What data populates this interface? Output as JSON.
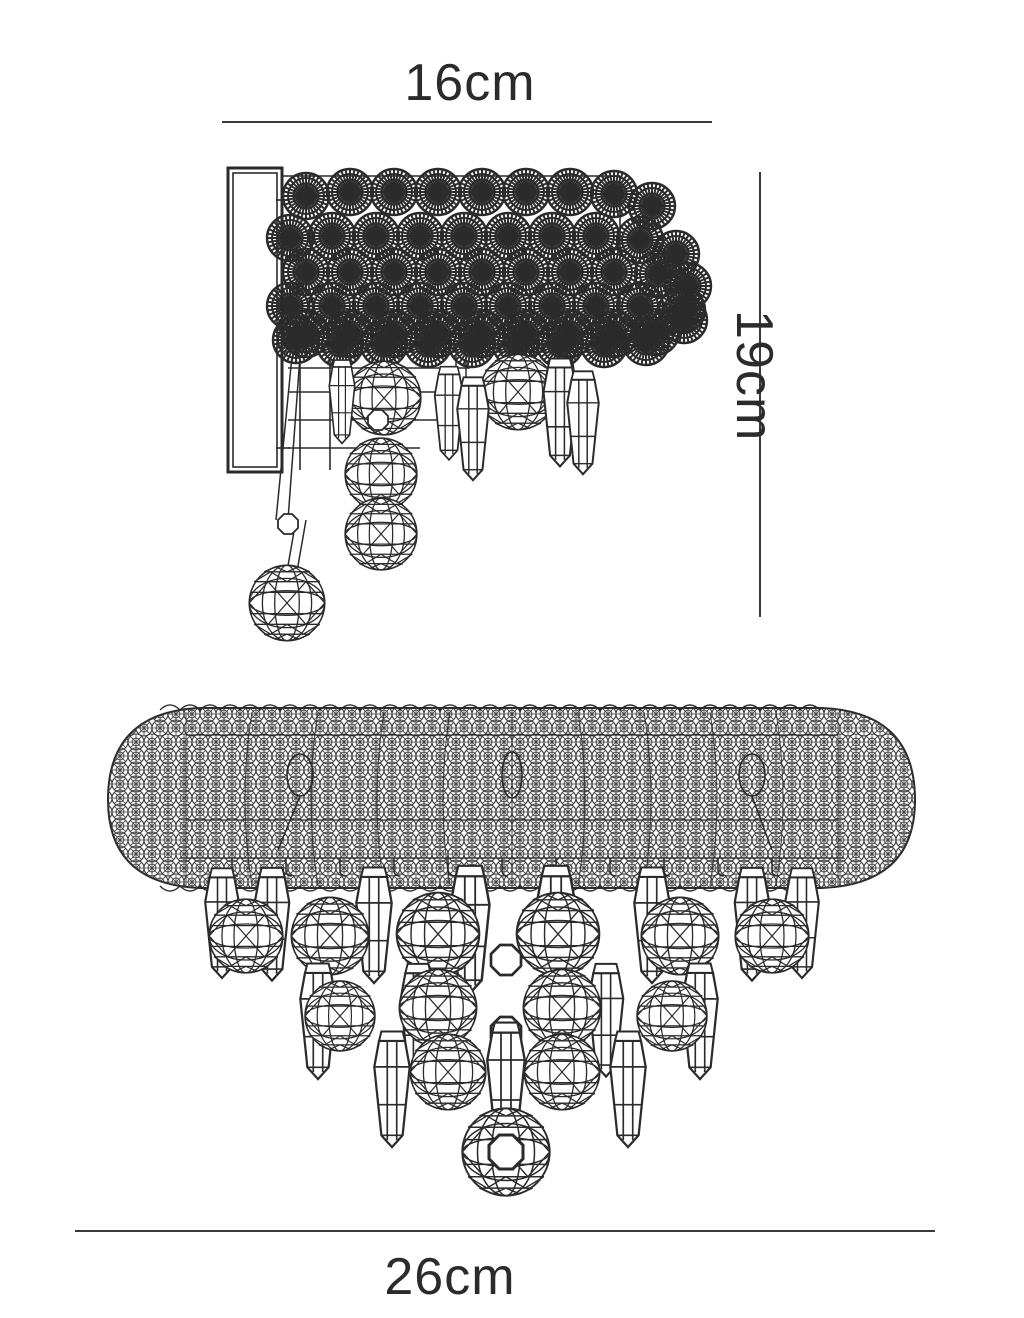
{
  "drawing": {
    "type": "product-dimension-drawing",
    "subject": "crystal wall light / flush mount chandelier",
    "views": [
      {
        "name": "side-view",
        "position": "top"
      },
      {
        "name": "front-view",
        "position": "bottom"
      }
    ]
  },
  "dimensions": {
    "top": {
      "value": "16cm",
      "axis": "horizontal",
      "view": "side-view",
      "meaning": "projection depth"
    },
    "right": {
      "value": "19cm",
      "axis": "vertical",
      "view": "side-view",
      "meaning": "overall height"
    },
    "bottom": {
      "value": "26cm",
      "axis": "horizontal",
      "view": "front-view",
      "meaning": "overall width"
    }
  },
  "colors": {
    "background": "#ffffff",
    "line": "#2b2b2b",
    "dimension_line": "#3a3a3a",
    "bead_fill": "#333333"
  },
  "side_view": {
    "wall_plate": {
      "label": "wall-mount-backplate"
    },
    "bead_rows": 6,
    "crystal_balls": 4,
    "crystal_drops": 5
  },
  "front_view": {
    "drum_label": "beaded-crystal-drum",
    "crystal_ball_tiers": 3,
    "crystal_drop_count": 14,
    "finial": "center-crystal-ball"
  }
}
